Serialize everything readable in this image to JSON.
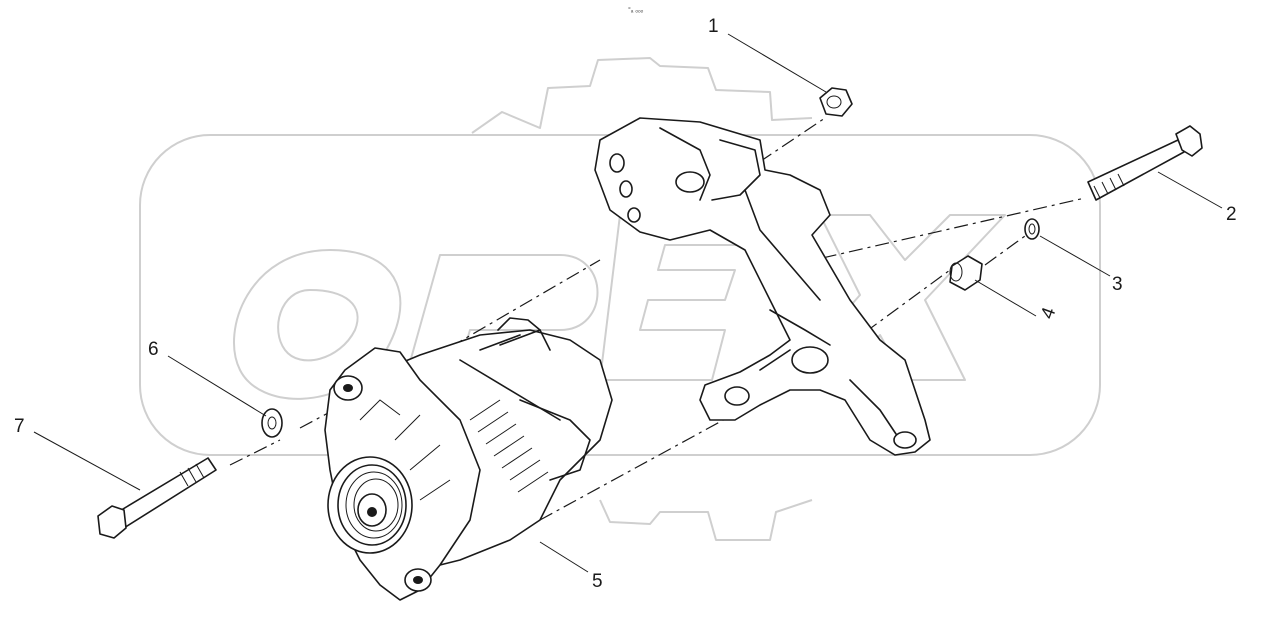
{
  "figure": {
    "top_caption": "°ₐ ₒₒₒ",
    "watermark_text": "OPEX"
  },
  "callouts": [
    {
      "id": "1",
      "label": "1",
      "part": "nut"
    },
    {
      "id": "2",
      "label": "2",
      "part": "long-bolt"
    },
    {
      "id": "3",
      "label": "3",
      "part": "washer"
    },
    {
      "id": "4",
      "label": "4",
      "part": "spacer-sleeve"
    },
    {
      "id": "5",
      "label": "5",
      "part": "alternator"
    },
    {
      "id": "6",
      "label": "6",
      "part": "washer"
    },
    {
      "id": "7",
      "label": "7",
      "part": "bolt"
    }
  ],
  "colors": {
    "line": "#1a1a1a",
    "watermark": "#cfcfcf",
    "background": "#ffffff"
  }
}
